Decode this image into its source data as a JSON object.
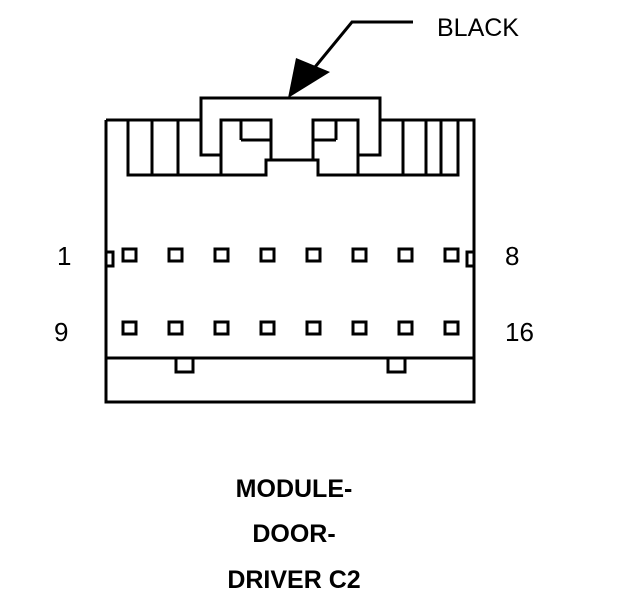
{
  "callout": {
    "color_label": "BLACK"
  },
  "pins": {
    "row1_first": "1",
    "row1_last": "8",
    "row2_first": "9",
    "row2_last": "16",
    "row_count": 2,
    "pins_per_row": 8
  },
  "caption": {
    "line1": "MODULE-",
    "line2": "DOOR-",
    "line3": "DRIVER C2"
  }
}
